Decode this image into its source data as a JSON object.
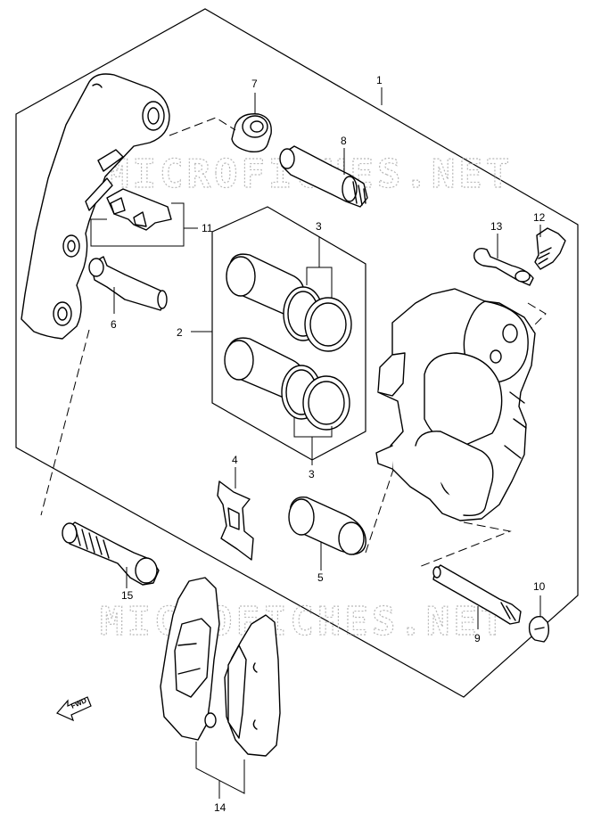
{
  "watermark": "MICROFICHES.NET",
  "fwd_label": "FWD",
  "callouts": [
    {
      "id": "c1",
      "label": "1"
    },
    {
      "id": "c2",
      "label": "2"
    },
    {
      "id": "c3a",
      "label": "3"
    },
    {
      "id": "c3b",
      "label": "3"
    },
    {
      "id": "c4",
      "label": "4"
    },
    {
      "id": "c5",
      "label": "5"
    },
    {
      "id": "c6",
      "label": "6"
    },
    {
      "id": "c7",
      "label": "7"
    },
    {
      "id": "c8",
      "label": "8"
    },
    {
      "id": "c9",
      "label": "9"
    },
    {
      "id": "c10",
      "label": "10"
    },
    {
      "id": "c11",
      "label": "11"
    },
    {
      "id": "c12",
      "label": "12"
    },
    {
      "id": "c13",
      "label": "13"
    },
    {
      "id": "c14",
      "label": "14"
    },
    {
      "id": "c15",
      "label": "15"
    }
  ]
}
